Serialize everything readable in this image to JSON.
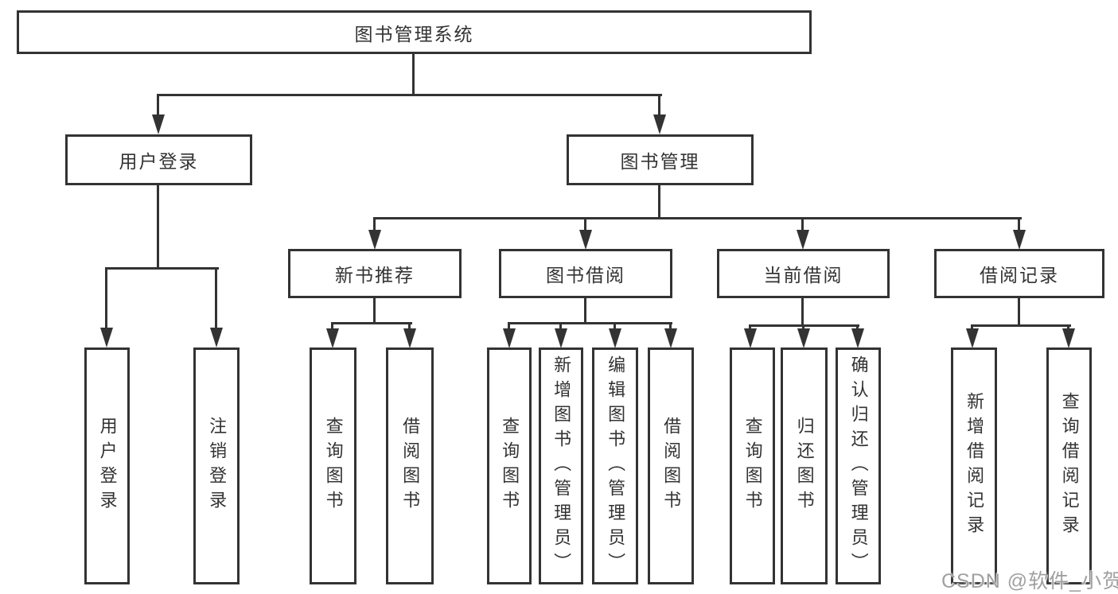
{
  "colors": {
    "line": "#333333",
    "text": "#333333",
    "background": "#ffffff",
    "watermark": "#a0a0a0"
  },
  "watermark": "CSDN @软件_小贺同学",
  "nodes": {
    "root": "图书管理系统",
    "user_login": "用户登录",
    "book_management": "图书管理",
    "new_book_recommend": "新书推荐",
    "book_borrow": "图书借阅",
    "current_borrow": "当前借阅",
    "borrow_records": "借阅记录",
    "leaf_user_login": "用户登录",
    "leaf_logout": "注销登录",
    "leaf_nb_query": "查询图书",
    "leaf_nb_borrow": "借阅图书",
    "leaf_bb_query": "查询图书",
    "leaf_bb_add": "新增图书（管理员）",
    "leaf_bb_edit": "编辑图书（管理员）",
    "leaf_bb_borrow": "借阅图书",
    "leaf_cb_query": "查询图书",
    "leaf_cb_return": "归还图书",
    "leaf_cb_confirm": "确认归还（管理员）",
    "leaf_br_add": "新增借阅记录",
    "leaf_br_query": "查询借阅记录"
  }
}
